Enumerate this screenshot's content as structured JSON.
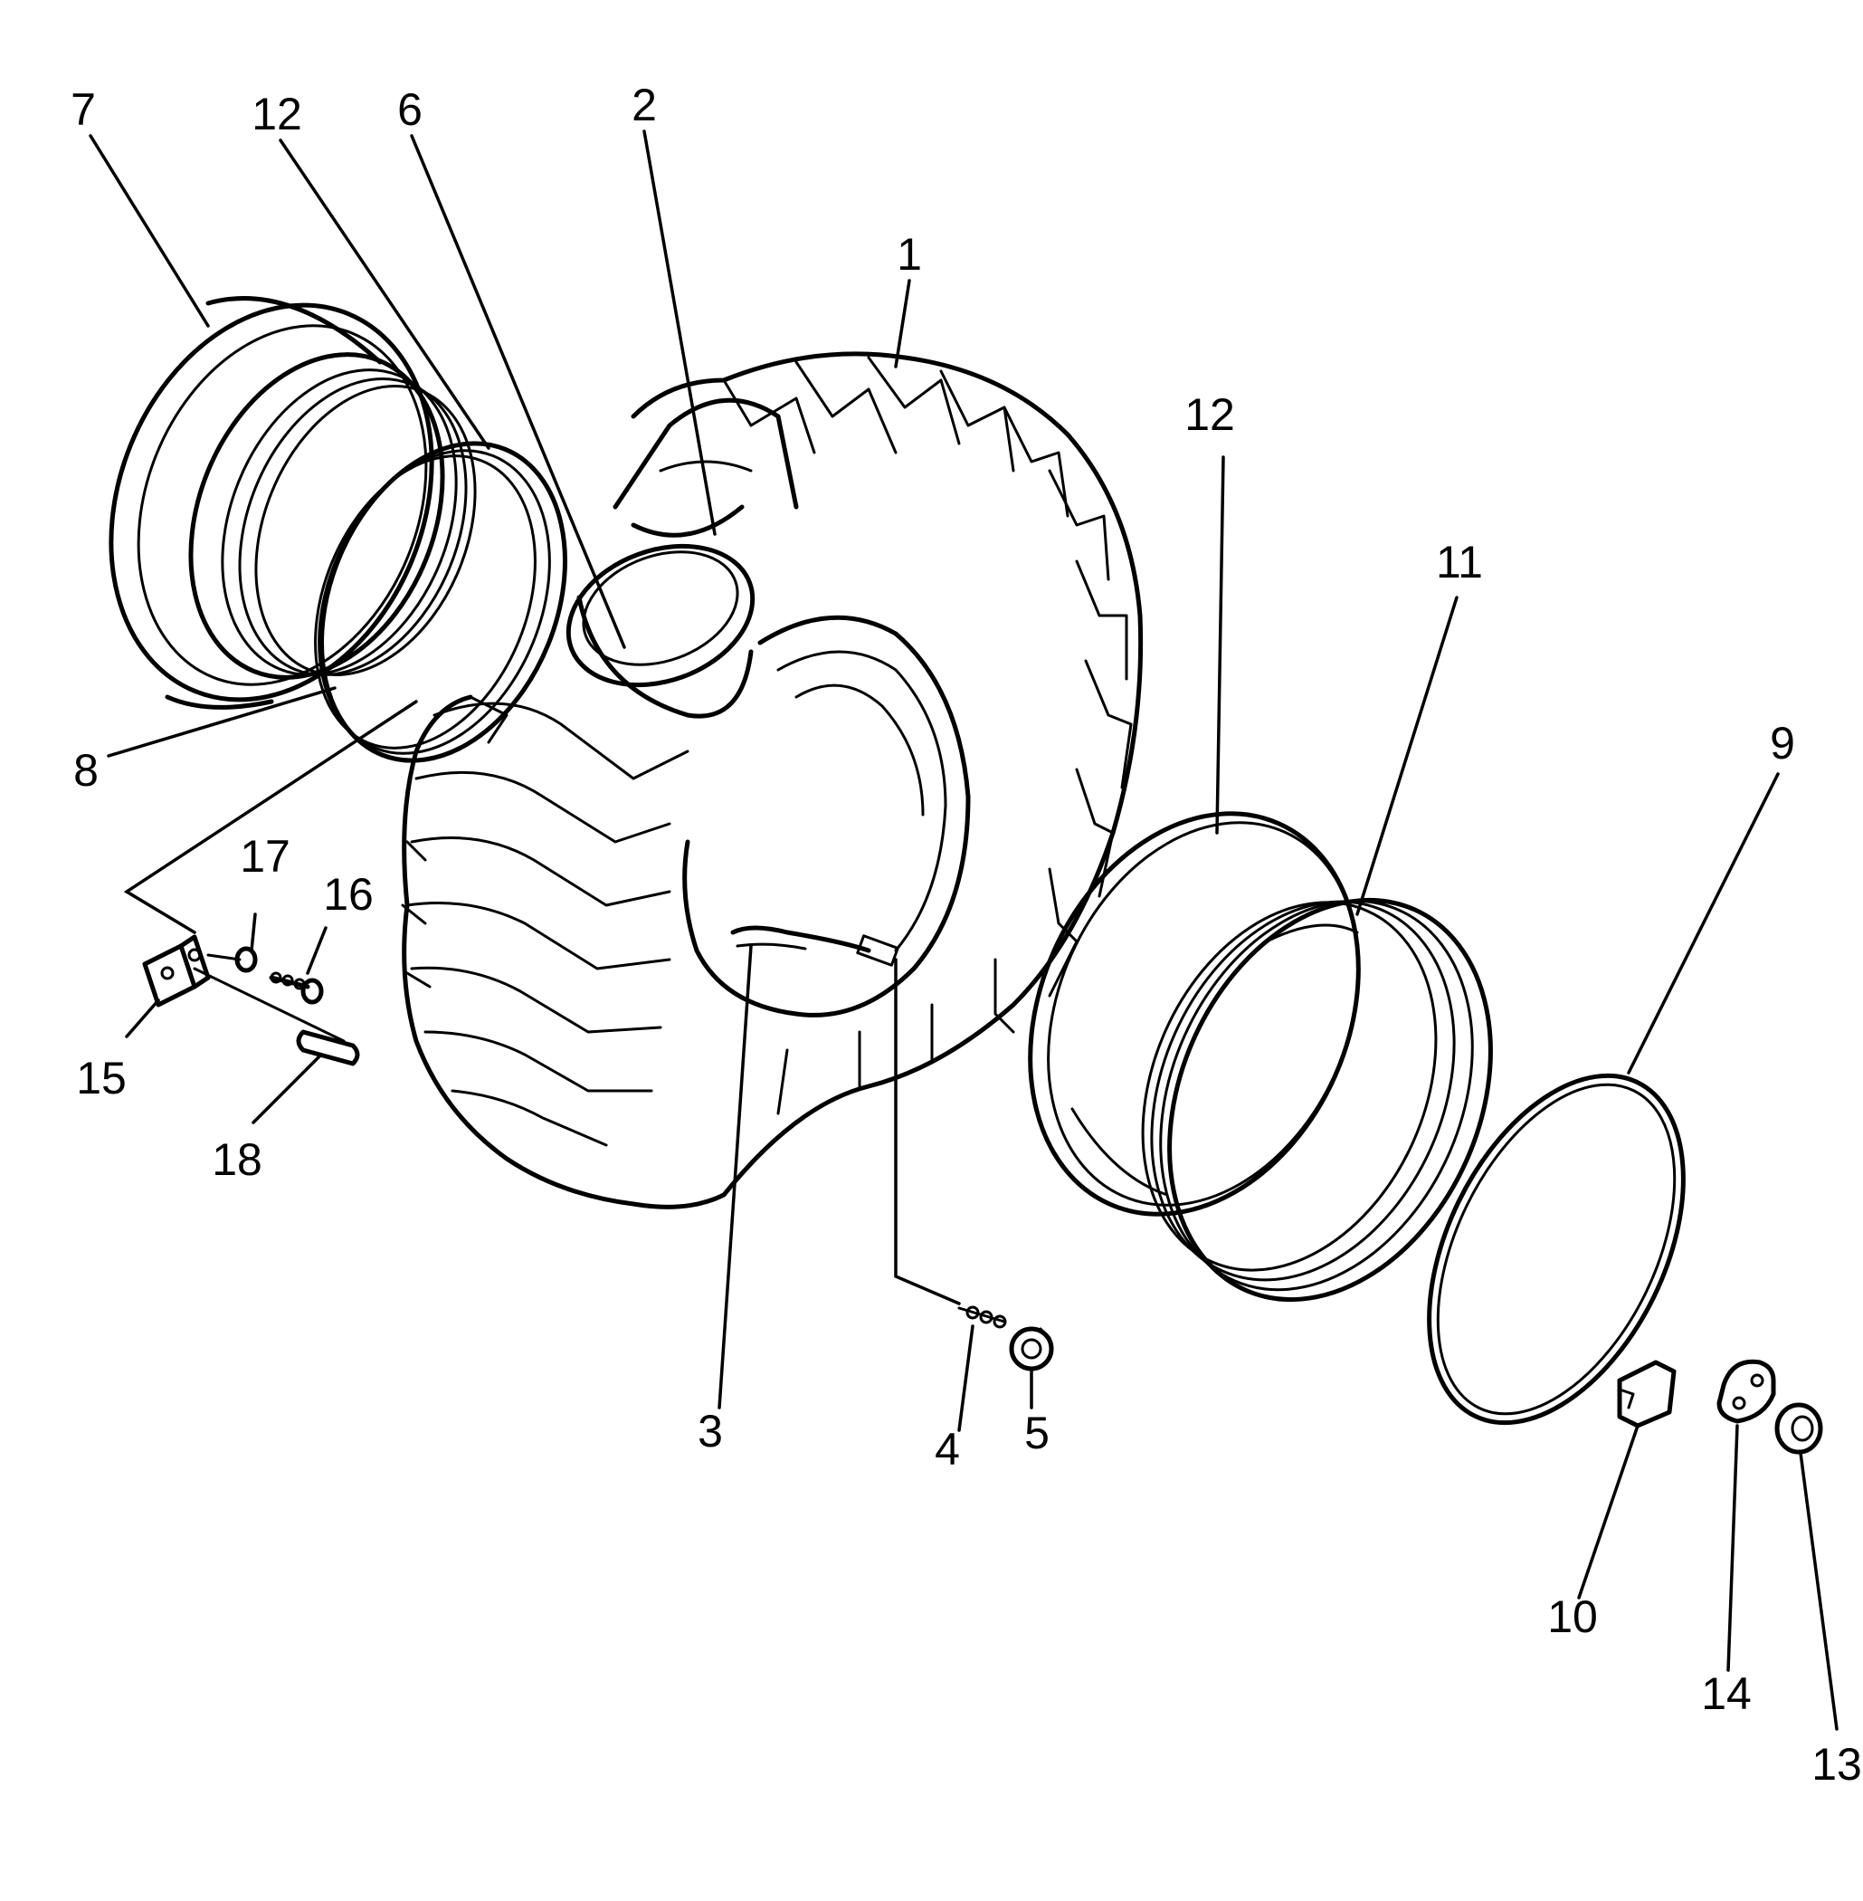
{
  "callouts": [
    {
      "id": "c1",
      "label": "1"
    },
    {
      "id": "c2",
      "label": "2"
    },
    {
      "id": "c3",
      "label": "3"
    },
    {
      "id": "c4",
      "label": "4"
    },
    {
      "id": "c5",
      "label": "5"
    },
    {
      "id": "c6",
      "label": "6"
    },
    {
      "id": "c7",
      "label": "7"
    },
    {
      "id": "c8",
      "label": "8"
    },
    {
      "id": "c9",
      "label": "9"
    },
    {
      "id": "c10",
      "label": "10"
    },
    {
      "id": "c11",
      "label": "11"
    },
    {
      "id": "c12a",
      "label": "12"
    },
    {
      "id": "c12b",
      "label": "12"
    },
    {
      "id": "c13",
      "label": "13"
    },
    {
      "id": "c14",
      "label": "14"
    },
    {
      "id": "c15",
      "label": "15"
    },
    {
      "id": "c16",
      "label": "16"
    },
    {
      "id": "c17",
      "label": "17"
    },
    {
      "id": "c18",
      "label": "18"
    }
  ]
}
